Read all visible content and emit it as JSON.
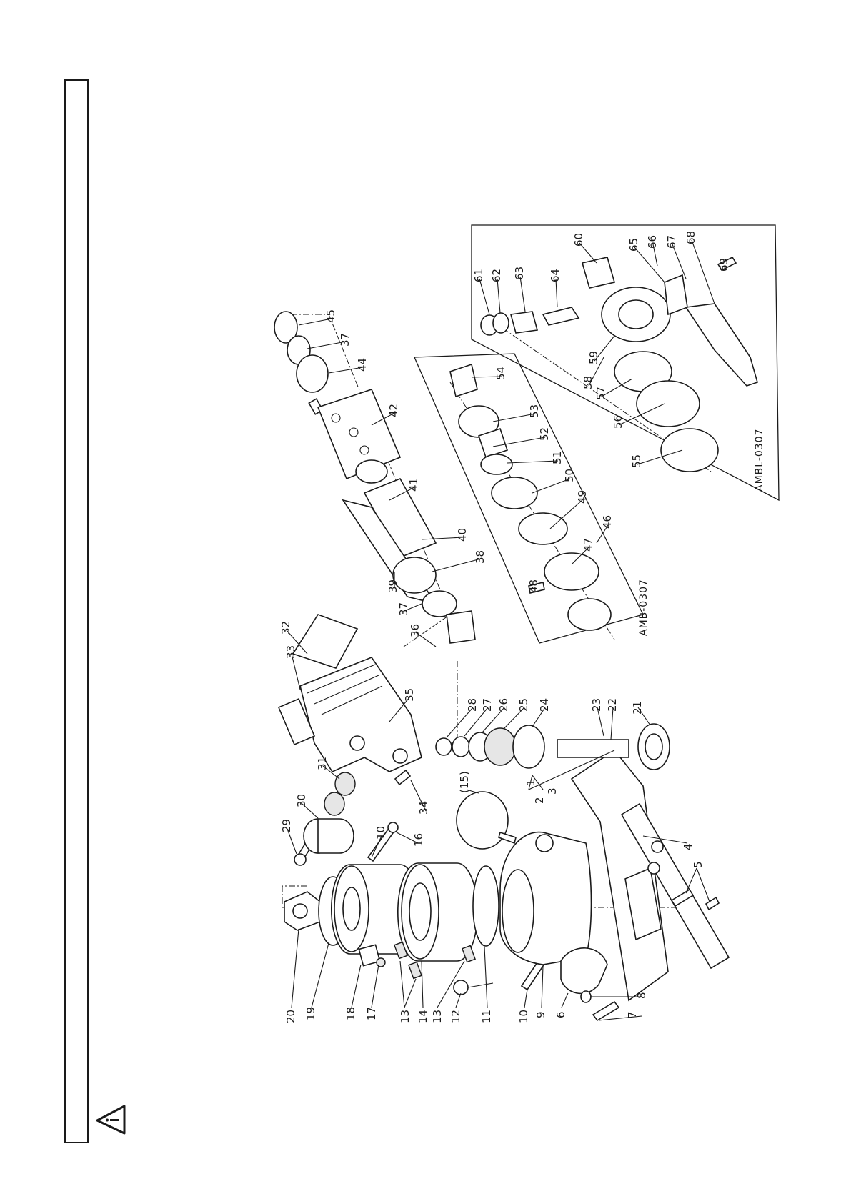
{
  "diagram": {
    "codes": [
      "AMB-0307",
      "AMBL-0307"
    ],
    "labels": {
      "p1": "1",
      "p2": "2",
      "p3": "3",
      "p4": "4",
      "p5": "5",
      "p6": "6",
      "p7": "7",
      "p8": "8",
      "p9": "9",
      "p10a": "10",
      "p10b": "10",
      "p11": "11",
      "p12": "12",
      "p13a": "13",
      "p13b": "13",
      "p14": "14",
      "p15": "(15)",
      "p16": "16",
      "p17": "17",
      "p18": "18",
      "p19": "19",
      "p20": "20",
      "p21": "21",
      "p22": "22",
      "p23": "23",
      "p24": "24",
      "p25": "25",
      "p26": "26",
      "p27": "27",
      "p28": "28",
      "p29": "29",
      "p30": "30",
      "p31": "31",
      "p32": "32",
      "p33": "33",
      "p34": "34",
      "p35": "35",
      "p36": "36",
      "p37a": "37",
      "p37b": "37",
      "p38": "38",
      "p39": "39",
      "p40": "40",
      "p41": "41",
      "p42": "42",
      "p44": "44",
      "p45": "45",
      "p46": "46",
      "p47": "47",
      "p48": "48",
      "p49": "49",
      "p50": "50",
      "p51": "51",
      "p52": "52",
      "p53": "53",
      "p54": "54",
      "p55": "55",
      "p56": "56",
      "p57": "57",
      "p58": "58",
      "p59": "59",
      "p60": "60",
      "p61": "61",
      "p62": "62",
      "p63": "63",
      "p64": "64",
      "p65": "65",
      "p66": "66",
      "p67": "67",
      "p68": "68",
      "p69": "69"
    },
    "icons": [
      "warning-triangle-icon"
    ]
  }
}
